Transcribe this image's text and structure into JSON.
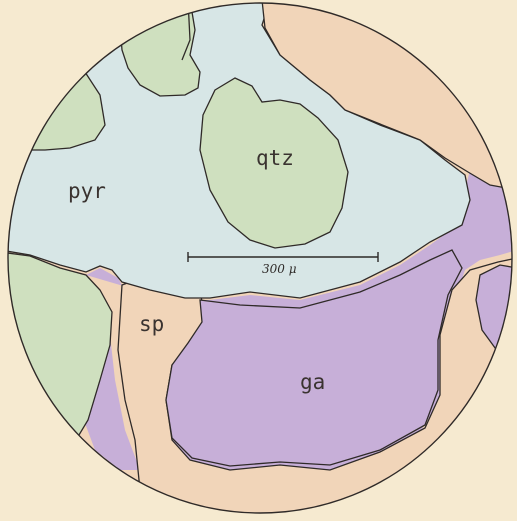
{
  "labels": {
    "pyrite": "pyr",
    "quartz": "qtz",
    "sphalerite": "sp",
    "galena": "ga"
  },
  "scale_bar": {
    "label": "300 μ"
  },
  "colors": {
    "paper": "#f6ead0",
    "quartz": "#cfe0bf",
    "pyrite": "#d7e6e6",
    "sphalerite": "#f1d5b9",
    "galena": "#c7afd8",
    "outline": "#2f2a28"
  }
}
